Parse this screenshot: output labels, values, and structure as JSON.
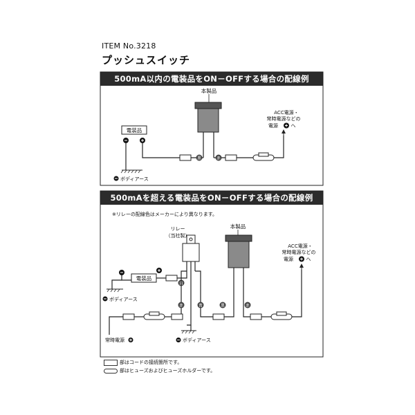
{
  "header": {
    "item_no": "ITEM No.3218",
    "product_name": "プッシュスイッチ"
  },
  "panel1": {
    "title": "500mA以内の電装品をON－OFFする場合の配線例",
    "product_label": "本製品",
    "device_label": "電装品",
    "power_label_1": "ACC電源・",
    "power_label_2": "常時電源などの",
    "power_label_3": "電源",
    "power_label_4": "へ",
    "body_earth": "ボディアース",
    "wire_color_black": "黒",
    "wire_color_red": "赤"
  },
  "panel2": {
    "title": "500mAを超える電装品をON－OFFする場合の配線例",
    "note": "※リレーの配線色はメーカーにより異なります。",
    "relay_label_1": "リレー",
    "relay_label_2": "（当社製）",
    "product_label": "本製品",
    "device_label": "電装品",
    "power_label_1": "ACC電源・",
    "power_label_2": "常時電源などの",
    "power_label_3": "電源",
    "power_label_4": "へ",
    "body_earth_left": "ボディアース",
    "body_earth_bottom": "ボディアース",
    "constant_power": "常時電源",
    "wire_color_yellow": "黄",
    "wire_color_red": "赤",
    "wire_color_blue": "青",
    "wire_color_black": "黒"
  },
  "legend": {
    "connection_point": "部はコードの接続箇所です。",
    "fuse_holder": "部はヒューズおよびヒューズホルダーです。"
  }
}
